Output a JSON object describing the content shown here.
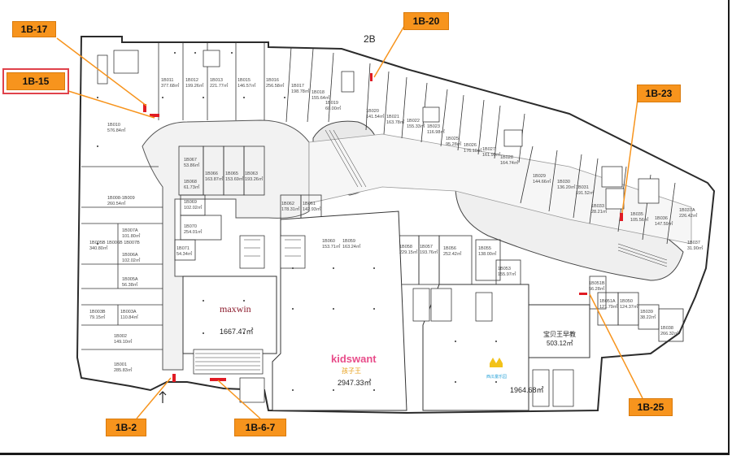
{
  "floor_label": "2B",
  "callouts": {
    "c_1b17": "1B-17",
    "c_1b15": "1B-15",
    "c_1b20": "1B-20",
    "c_1b23": "1B-23",
    "c_1b2": "1B-2",
    "c_1b67": "1B-6-7",
    "c_1b25": "1B-25"
  },
  "tenants": {
    "maxwin": {
      "name": "maxwin",
      "area": "1667.47㎡"
    },
    "kidswant": {
      "name": "kidswant",
      "cn": "孩子王",
      "area": "2947.33㎡"
    },
    "baobei": {
      "name": "宝贝王早教",
      "area": "503.12㎡"
    },
    "fourth": {
      "name": "西瓜童乐园",
      "area": "1964.68㎡"
    }
  },
  "units": [
    {
      "id": "1B011",
      "area": "377.68㎡"
    },
    {
      "id": "1B012",
      "area": "199.26㎡"
    },
    {
      "id": "1B013",
      "area": "221.77㎡"
    },
    {
      "id": "1B015",
      "area": "146.57㎡"
    },
    {
      "id": "1B016",
      "area": "256.58㎡"
    },
    {
      "id": "1B017",
      "area": "198.78㎡"
    },
    {
      "id": "1B018",
      "area": "155.64㎡"
    },
    {
      "id": "1B019",
      "area": "60.00㎡"
    },
    {
      "id": "1B020",
      "area": "141.54㎡"
    },
    {
      "id": "1B021",
      "area": "163.78㎡"
    },
    {
      "id": "1B022",
      "area": "155.33㎡"
    },
    {
      "id": "1B023",
      "area": "116.98㎡"
    },
    {
      "id": "1B025",
      "area": "95.28㎡"
    },
    {
      "id": "1B026",
      "area": "176.10㎡"
    },
    {
      "id": "1B027",
      "area": "161.99㎡"
    },
    {
      "id": "1B028",
      "area": "164.74㎡"
    },
    {
      "id": "1B029",
      "area": "144.66㎡"
    },
    {
      "id": "1B030",
      "area": "136.20㎡"
    },
    {
      "id": "1B031",
      "area": "191.52㎡"
    },
    {
      "id": "1B033",
      "area": "28.21㎡"
    },
    {
      "id": "1B035",
      "area": "105.56㎡"
    },
    {
      "id": "1B036",
      "area": "147.59㎡"
    },
    {
      "id": "1B037A",
      "area": "226.42㎡"
    },
    {
      "id": "1B037",
      "area": "31.90㎡"
    },
    {
      "id": "1B010",
      "area": "576.84㎡"
    },
    {
      "id": "1B008-1B009",
      "area": "260.54㎡"
    },
    {
      "id": "1B005B 1B006B 1B007B",
      "area": "340.80㎡"
    },
    {
      "id": "1B007A",
      "area": "101.80㎡"
    },
    {
      "id": "1B006A",
      "area": "102.02㎡"
    },
    {
      "id": "1B005A",
      "area": "56.38㎡"
    },
    {
      "id": "1B003B",
      "area": "79.15㎡"
    },
    {
      "id": "1B003A",
      "area": "110.84㎡"
    },
    {
      "id": "1B002",
      "area": "149.10㎡"
    },
    {
      "id": "1B001",
      "area": "285.83㎡"
    },
    {
      "id": "1B067",
      "area": "53.86㎡"
    },
    {
      "id": "1B068",
      "area": "61.73㎡"
    },
    {
      "id": "1B066",
      "area": "163.87㎡"
    },
    {
      "id": "1B065",
      "area": "153.69㎡"
    },
    {
      "id": "1B063",
      "area": "193.26㎡"
    },
    {
      "id": "1B069",
      "area": "102.02㎡"
    },
    {
      "id": "1B070",
      "area": "254.01㎡"
    },
    {
      "id": "1B071",
      "area": "54.34㎡"
    },
    {
      "id": "1B062",
      "area": "178.31㎡"
    },
    {
      "id": "1B061",
      "area": "142.93㎡"
    },
    {
      "id": "1B060",
      "area": "153.71㎡"
    },
    {
      "id": "1B059",
      "area": "163.24㎡"
    },
    {
      "id": "1B058",
      "area": "229.15㎡"
    },
    {
      "id": "1B057",
      "area": "193.76㎡"
    },
    {
      "id": "1B056",
      "area": "252.42㎡"
    },
    {
      "id": "1B055",
      "area": "138.00㎡"
    },
    {
      "id": "1B053",
      "area": "155.97㎡"
    },
    {
      "id": "1B051B",
      "area": "56.28㎡"
    },
    {
      "id": "1B051A",
      "area": "121.79㎡"
    },
    {
      "id": "1B050",
      "area": "124.37㎡"
    },
    {
      "id": "1B039",
      "area": "38.22㎡"
    },
    {
      "id": "1B038",
      "area": "266.32㎡"
    }
  ],
  "colors": {
    "callout": "#f7941d",
    "wall": "#2b2b2b",
    "red_mark": "#e01b24",
    "selected": "#e0424b"
  }
}
